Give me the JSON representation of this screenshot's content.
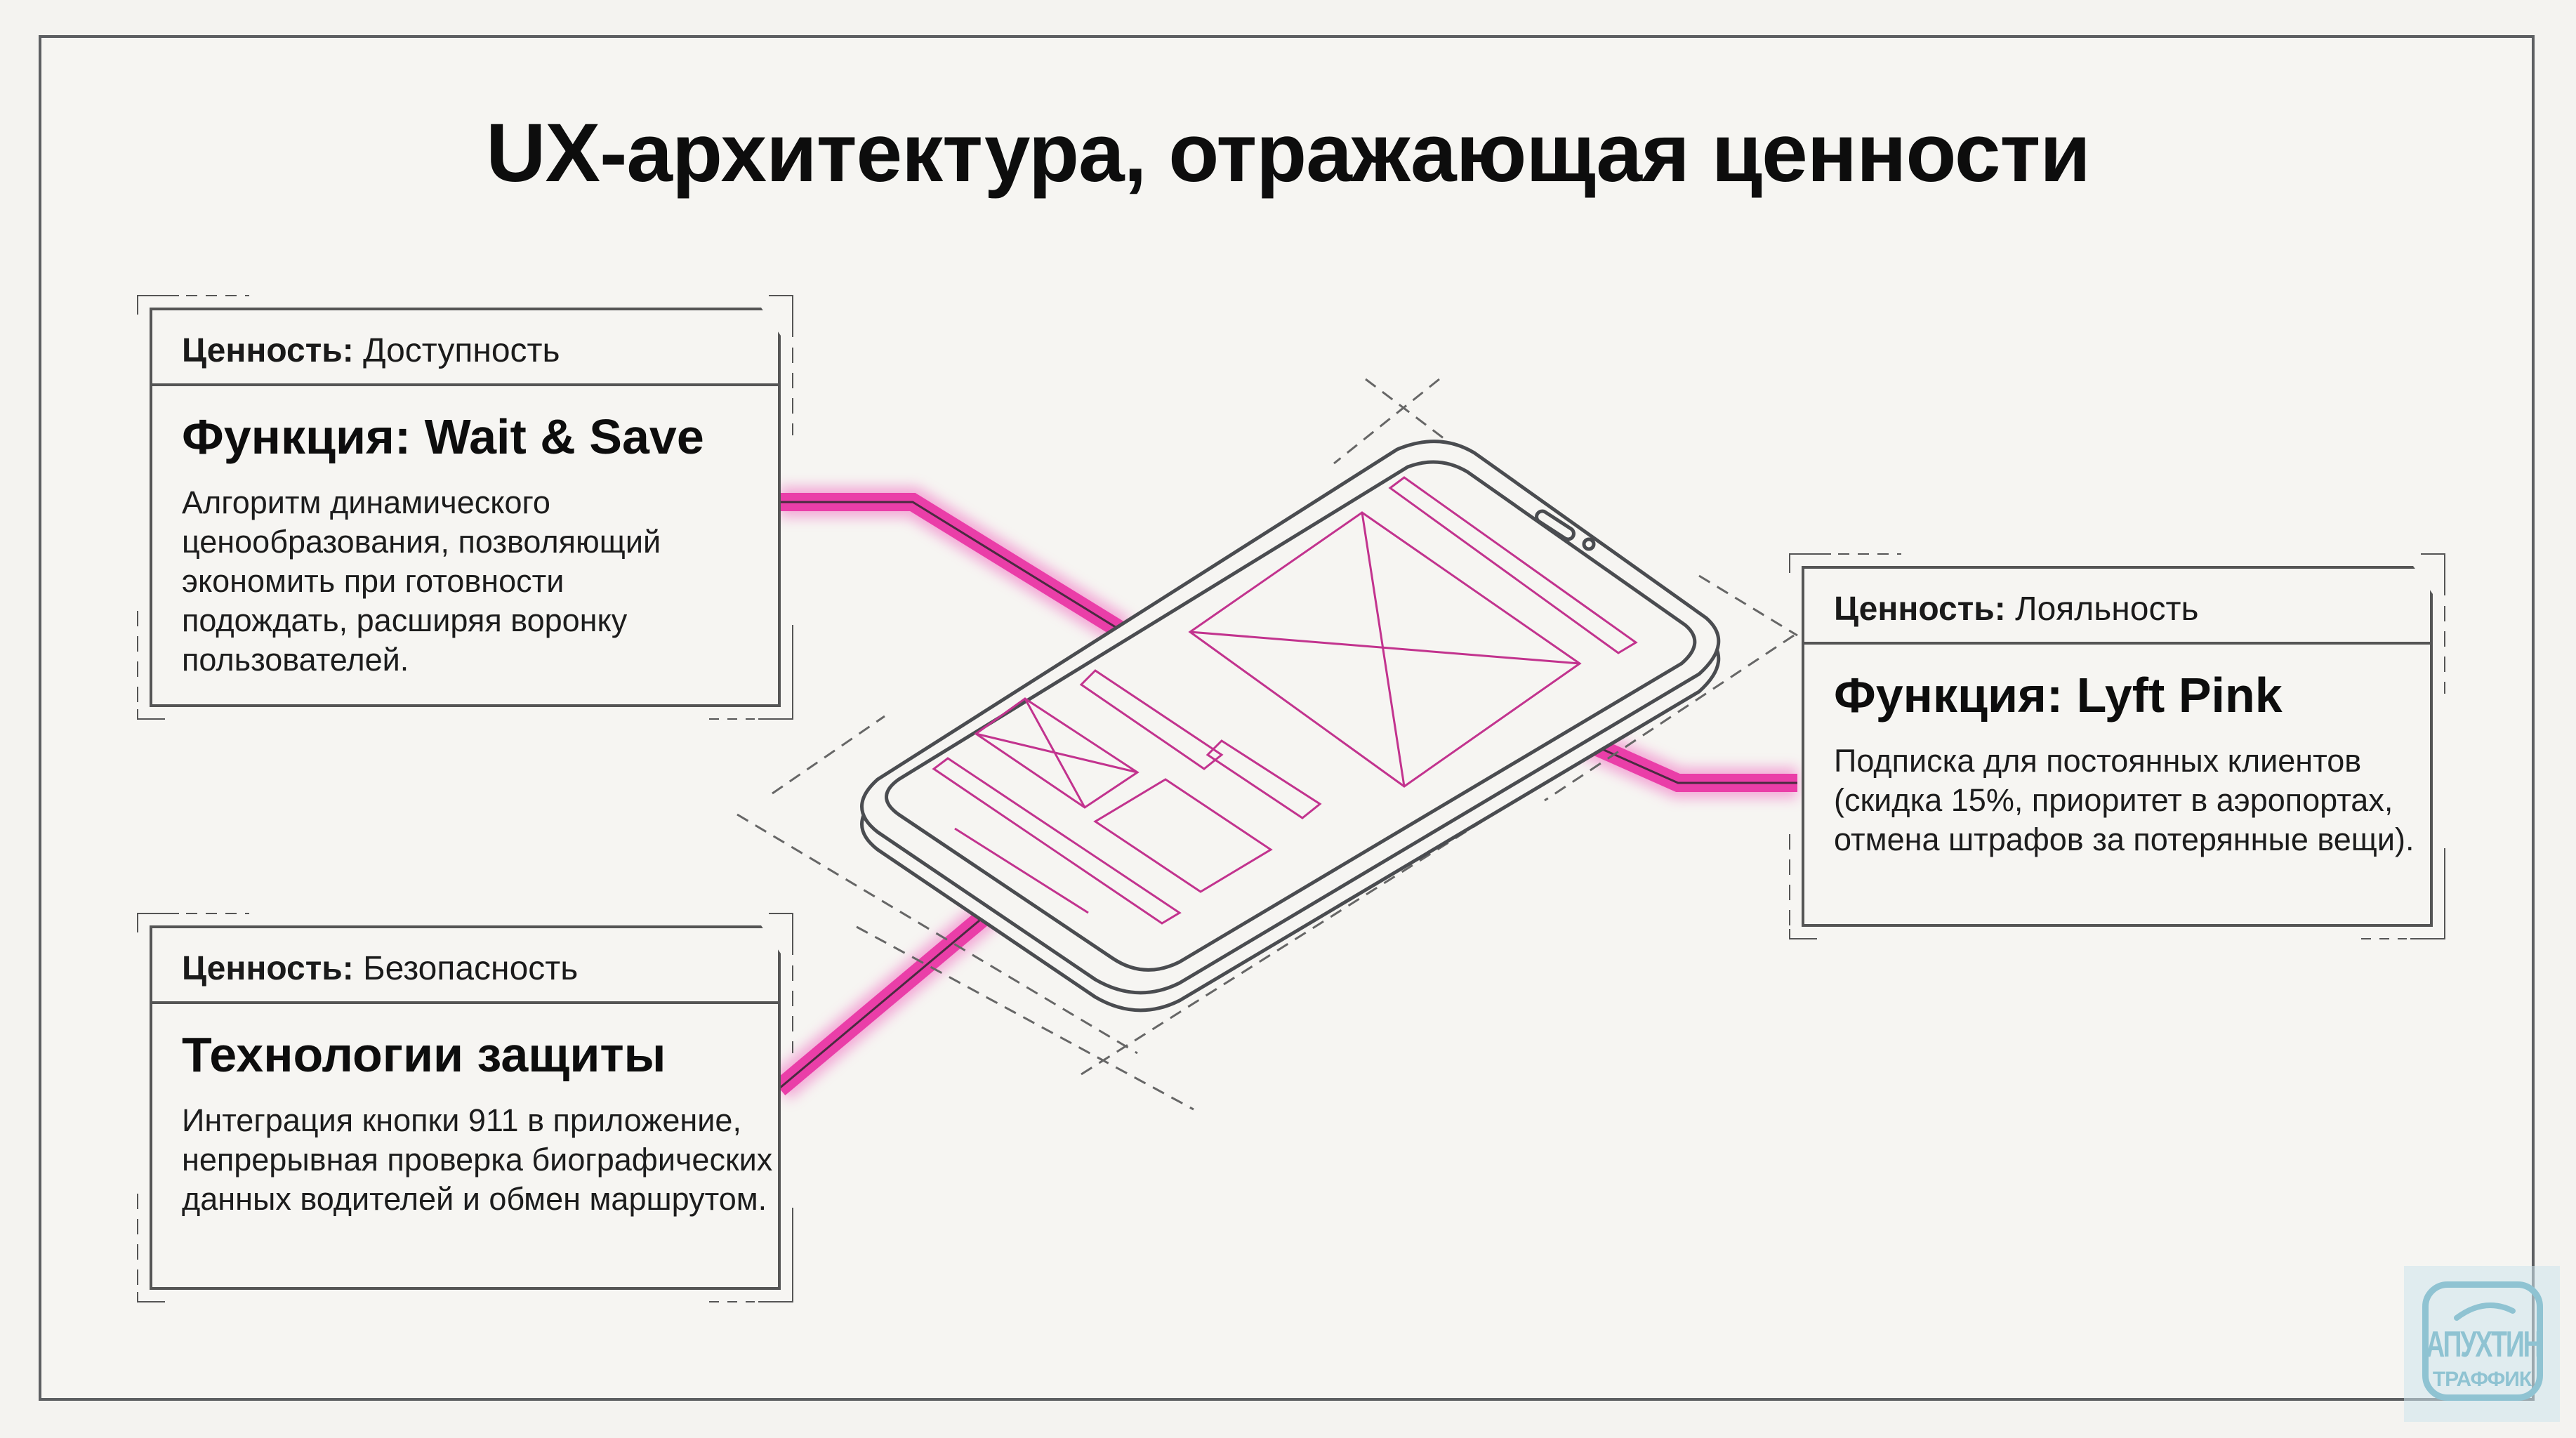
{
  "slide": {
    "title": "UX-архитектура, отражающая ценности"
  },
  "cards": [
    {
      "value_label": "Ценность:",
      "value_name": "Доступность",
      "function_title": "Функция: Wait & Save",
      "description": "Алгоритм динамического ценообразования, позволяющий экономить при готовности подождать, расширяя воронку пользователей."
    },
    {
      "value_label": "Ценность:",
      "value_name": "Безопасность",
      "function_title": "Технологии защиты",
      "description": "Интеграция кнопки 911 в приложение, непрерывная проверка биографических данных водителей и обмен маршрутом."
    },
    {
      "value_label": "Ценность:",
      "value_name": "Лояльность",
      "function_title": "Функция: Lyft Pink",
      "description": "Подписка для постоянных клиентов (скидка 15%, приоритет в аэропортах, отмена штрафов за потерянные вещи)."
    }
  ],
  "illustration": {
    "subject": "isometric-smartphone-wireframe",
    "accent_color": "#e83fa8",
    "line_color": "#4a4c50"
  },
  "watermark": {
    "line1": "АПУХТИН",
    "line2": "ТРАФФИК",
    "color": "#8fc3d2"
  }
}
